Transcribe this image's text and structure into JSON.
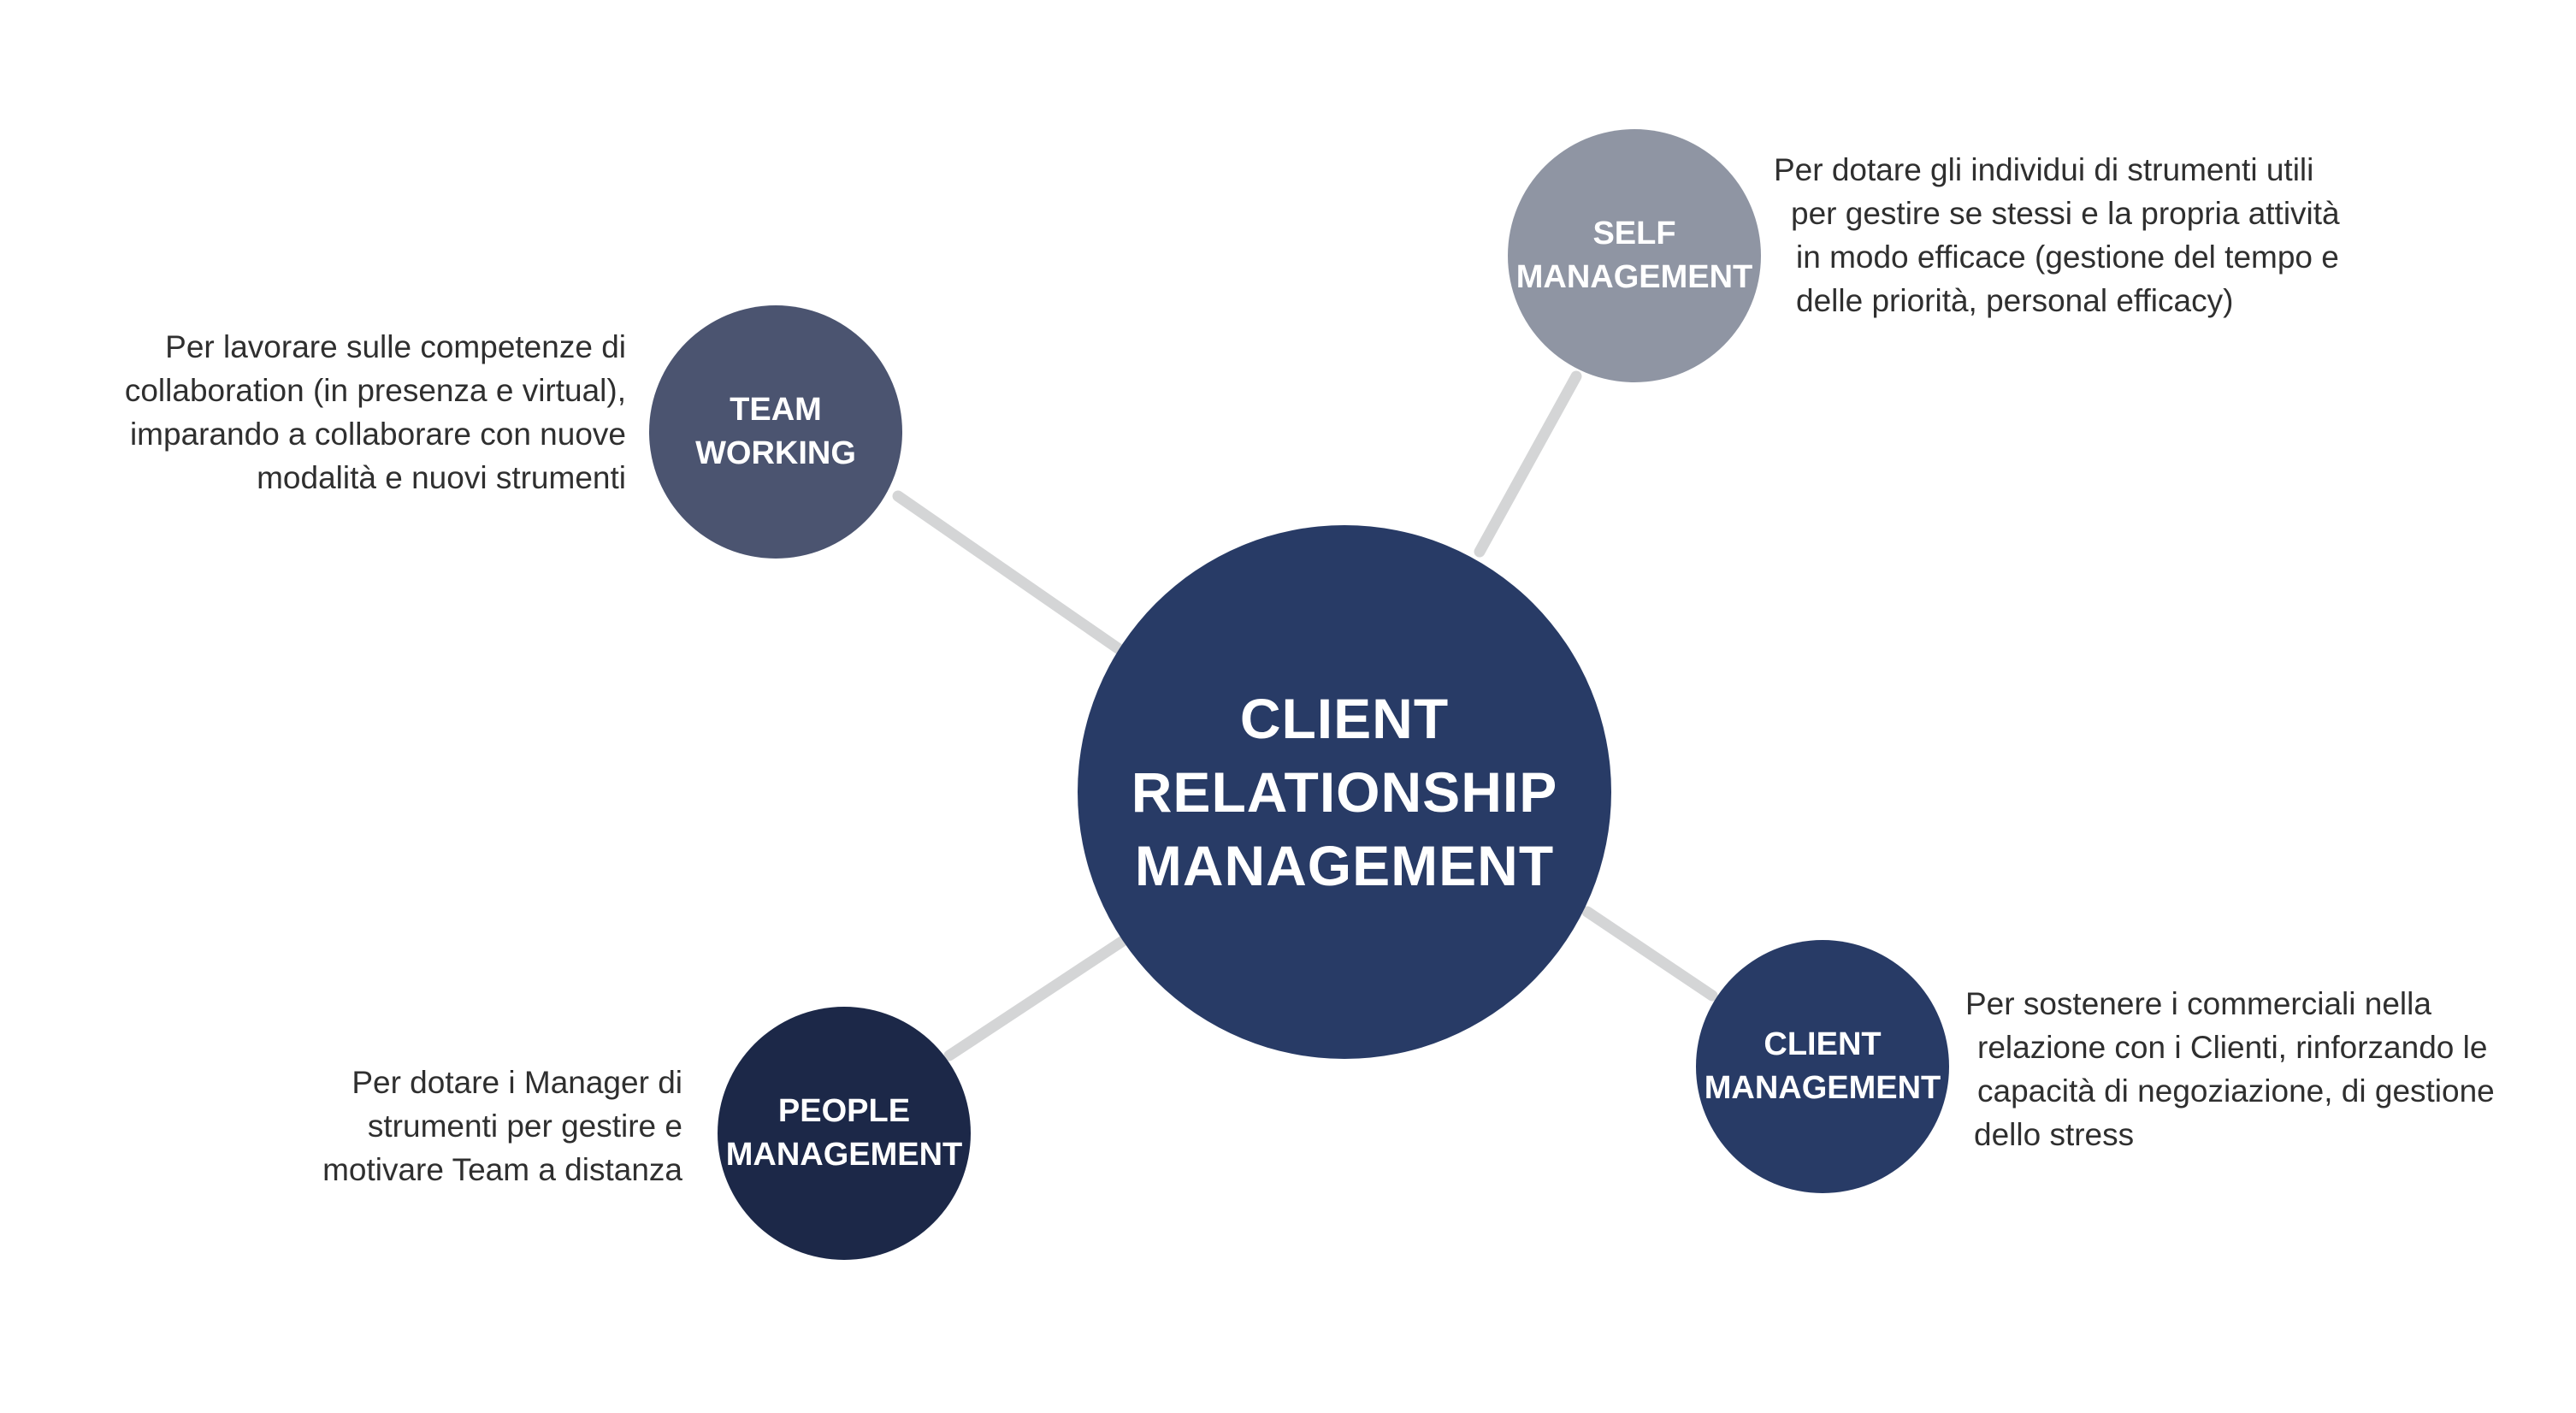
{
  "colors": {
    "center": "#283b66",
    "team_working": "#4b5470",
    "self_management": "#8f95a3",
    "people_management": "#1c2848",
    "client_management": "#283b66",
    "connector": "#d4d5d6",
    "text": "#2f2f2f"
  },
  "center": {
    "lines": [
      "CLIENT",
      "RELATIONSHIP",
      "MANAGEMENT"
    ]
  },
  "nodes": {
    "team_working": {
      "lines": [
        "TEAM",
        "WORKING"
      ],
      "description": [
        "Per lavorare sulle competenze di",
        "collaboration (in presenza e virtual),",
        "imparando a collaborare con nuove",
        "modalità e nuovi strumenti"
      ]
    },
    "self_management": {
      "lines": [
        "SELF",
        "MANAGEMENT"
      ],
      "description": [
        "Per dotare gli individui di strumenti utili",
        "per gestire se stessi e la propria attività",
        "in modo efficace (gestione del tempo e",
        "delle priorità, personal efficacy)"
      ]
    },
    "people_management": {
      "lines": [
        "PEOPLE",
        "MANAGEMENT"
      ],
      "description": [
        "Per dotare i Manager di",
        "strumenti per gestire e",
        "motivare Team a distanza"
      ]
    },
    "client_management": {
      "lines": [
        "CLIENT",
        "MANAGEMENT"
      ],
      "description": [
        "Per sostenere i commerciali nella",
        "relazione con i Clienti, rinforzando le",
        "capacità di negoziazione, di gestione",
        "dello stress"
      ]
    }
  }
}
